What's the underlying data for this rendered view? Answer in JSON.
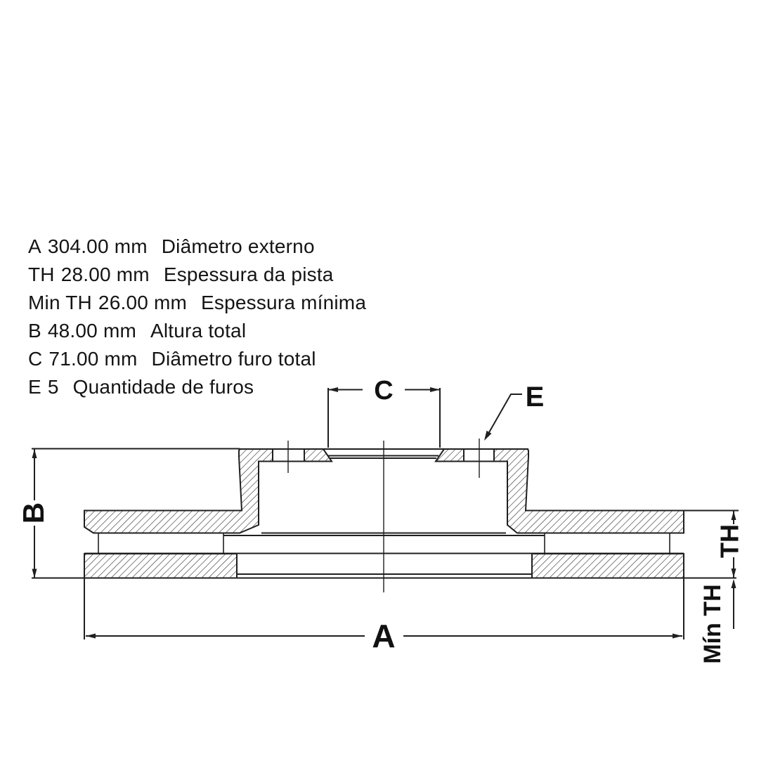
{
  "diagram": {
    "type": "brake-disc-cross-section",
    "spec_rows": [
      {
        "label": "A",
        "value": "304.00 mm",
        "desc": "Diâmetro externo"
      },
      {
        "label": "TH",
        "value": "28.00 mm",
        "desc": "Espessura da pista"
      },
      {
        "label": "Min TH",
        "value": "26.00 mm",
        "desc": "Espessura mínima"
      },
      {
        "label": "B",
        "value": "48.00 mm",
        "desc": "Altura total"
      },
      {
        "label": "C",
        "value": "71.00 mm",
        "desc": "Diâmetro furo total"
      },
      {
        "label": "E",
        "value": "5",
        "desc": "Quantidade de furos"
      }
    ],
    "dim_labels": {
      "a": "A",
      "b": "B",
      "c": "C",
      "e": "E",
      "th": "TH",
      "min_th": "Mín TH"
    },
    "colors": {
      "line": "#1f1f1f",
      "hatch": "#3c3c3c",
      "background": "#ffffff",
      "text": "#141414"
    }
  }
}
